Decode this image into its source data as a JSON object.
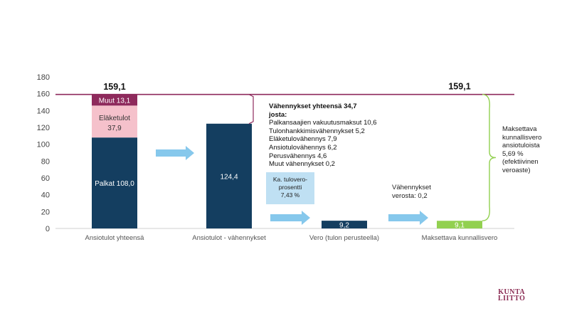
{
  "chart_data": {
    "type": "bar",
    "y_axis": {
      "ylim": [
        0,
        180
      ],
      "ticks": [
        "0",
        "20",
        "40",
        "60",
        "80",
        "100",
        "120",
        "140",
        "160",
        "180"
      ]
    },
    "categories": [
      "Ansiotulot yhteensä",
      "Ansiotulot - vähennykset",
      "Vero (tulon perusteella)",
      "Maksettava kunnallisvero"
    ],
    "stacked_bar": {
      "category": "Ansiotulot yhteensä",
      "segments": [
        {
          "name": "Palkat",
          "value": 108.0,
          "label": "Palkat 108,0",
          "color": "#143e60"
        },
        {
          "name": "Eläketulot",
          "value": 37.9,
          "label_line1": "Eläketulot",
          "label_line2": "37,9",
          "color": "#f5c1cb"
        },
        {
          "name": "Muut",
          "value": 13.1,
          "label": "Muut  13,1",
          "color": "#8e2a5c"
        }
      ],
      "total_label": "159,1"
    },
    "bars": [
      {
        "category": "Ansiotulot - vähennykset",
        "value": 124.4,
        "label": "124,4",
        "color": "#143e60"
      },
      {
        "category": "Vero (tulon perusteella)",
        "value": 9.2,
        "label": "9,2",
        "color": "#143e60"
      },
      {
        "category": "Maksettava kunnallisvero",
        "value": 9.1,
        "label": "9,1",
        "color": "#92d050"
      }
    ],
    "reference_line": {
      "value": 159.1,
      "label": "159,1",
      "color": "#8e2a5c"
    },
    "annotations": {
      "deductions_title": "Vähennykset yhteensä 34,7",
      "deductions_subtitle": "josta:",
      "deductions_items": [
        "Palkansaajien vakuutusmaksut 10,6",
        "Tulonhankkimisvähennykset 5,2",
        "Eläketulovähennys 7,9",
        "Ansiotulovähennys 6,2",
        "Perusvähennys 4,6",
        "Muut vähennykset 0,2"
      ],
      "tax_rate_lines": [
        "Ka. tulovero-",
        "prosentti",
        "7,43 %"
      ],
      "tax_deductions_lines": [
        "Vähennykset",
        "verosta: 0,2"
      ],
      "effective_rate_lines": [
        "Maksettava",
        "kunnallisvero",
        "ansiotuloista",
        "5,69 %",
        "(efektiivinen",
        "veroaste)"
      ]
    },
    "arrow_color": "#86c8ec"
  },
  "logo": {
    "line1": "KUNTA",
    "line2": "LIITTO"
  }
}
